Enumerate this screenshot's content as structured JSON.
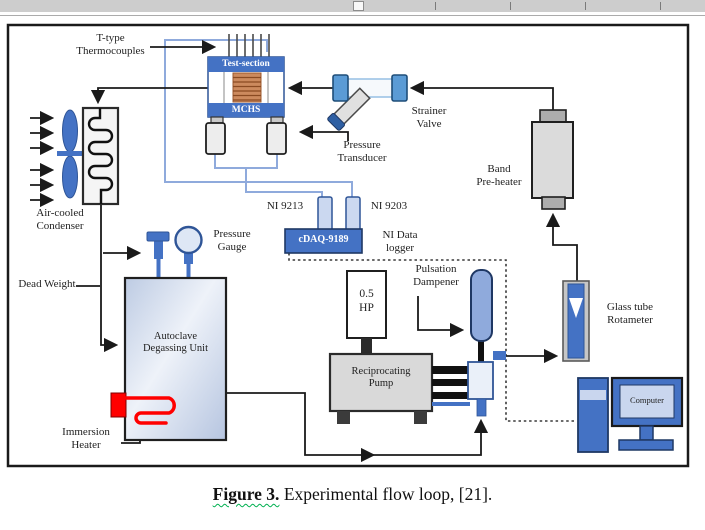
{
  "ruler": {
    "marker_icon": "page-indent-marker"
  },
  "caption": {
    "figure_label": "Figure 3.",
    "rest": " Experimental flow loop, [21]."
  },
  "diagram": {
    "labels": {
      "t_type_thermocouples": "T-type\nThermocouples",
      "test_section": "Test-section",
      "mchs": "MCHS",
      "strainer_valve": "Strainer\nValve",
      "pressure_transducer": "Pressure\nTransducer",
      "band_preheater": "Band\nPre-heater",
      "air_cooled_condenser": "Air-cooled\nCondenser",
      "ni_9213": "NI 9213",
      "ni_9203": "NI 9203",
      "cdaq_9189": "cDAQ-9189",
      "ni_data_logger": "NI Data\nlogger",
      "pressure_gauge": "Pressure\nGauge",
      "dead_weight": "Dead Weight",
      "autoclave_degassing_unit": "Autoclave\nDegassing Unit",
      "motor_power": "0.5\nHP",
      "reciprocating_pump": "Reciprocating\nPump",
      "pulsation_dampener": "Pulsation\nDampener",
      "glass_tube_rotameter": "Glass tube\nRotameter",
      "immersion_heater": "Immersion\nHeater",
      "computer": "Computer"
    },
    "colors": {
      "accent_blue": "#4472C4",
      "dark_blue": "#1F3864",
      "wire_blue": "#8FAADC",
      "light_blue_fill": "#C9D6EE",
      "heater_red": "#FF0000",
      "mchs_brown": "#CC8A5E",
      "pump_gray": "#D9D9D9",
      "frame_black": "#1A1A1A"
    }
  }
}
